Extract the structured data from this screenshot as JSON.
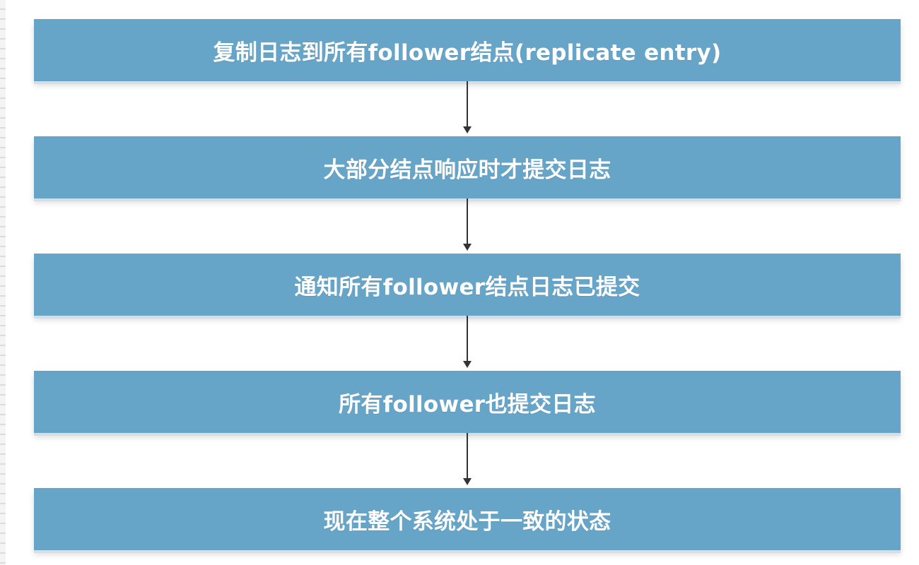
{
  "diagram": {
    "steps": [
      {
        "label": "复制日志到所有follower结点(replicate entry)"
      },
      {
        "label": "大部分结点响应时才提交日志"
      },
      {
        "label": "通知所有follower结点日志已提交"
      },
      {
        "label": "所有follower也提交日志"
      },
      {
        "label": "现在整个系统处于一致的状态"
      }
    ]
  },
  "colors": {
    "box": "#66a4c8",
    "text": "#ffffff",
    "arrow": "#333333"
  }
}
